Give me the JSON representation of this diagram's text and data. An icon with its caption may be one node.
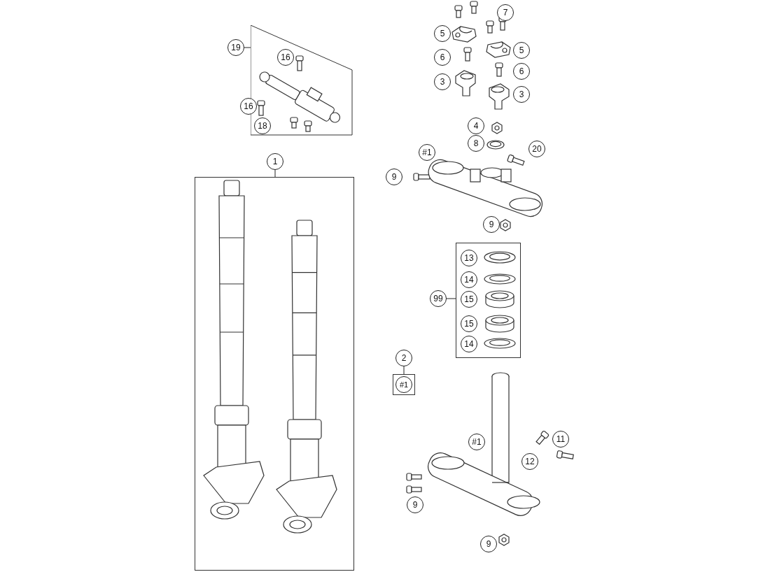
{
  "diagram": {
    "nodes": [
      {
        "text": [
          "1"
        ]
      },
      {
        "text": [],
        "shape": "box"
      },
      {
        "text": [
          "19"
        ]
      },
      {
        "text": [],
        "shape": "box"
      },
      {
        "text": [
          "99"
        ]
      },
      {
        "text": [],
        "shape": "box"
      },
      {
        "text": [
          "2"
        ]
      },
      {
        "text": [
          "#1"
        ]
      },
      {
        "text": [
          "7"
        ]
      },
      {
        "text": [
          "5"
        ]
      },
      {
        "text": [
          "5"
        ]
      },
      {
        "text": [
          "16"
        ],
        "in": 3
      },
      {
        "text": [
          "6"
        ]
      },
      {
        "text": [
          "6"
        ]
      },
      {
        "text": [
          "3"
        ]
      },
      {
        "text": [
          "3"
        ]
      },
      {
        "text": [
          "16"
        ]
      },
      {
        "text": [
          "18"
        ],
        "in": 3
      },
      {
        "text": [
          "4"
        ]
      },
      {
        "text": [
          "8"
        ]
      },
      {
        "text": [
          "#1"
        ]
      },
      {
        "text": [
          "20"
        ]
      },
      {
        "text": [
          "9"
        ]
      },
      {
        "text": [
          "9"
        ]
      },
      {
        "text": [
          "13"
        ],
        "in": 5
      },
      {
        "text": [
          "14"
        ],
        "in": 5
      },
      {
        "text": [
          "15"
        ],
        "in": 5
      },
      {
        "text": [
          "15"
        ],
        "in": 5
      },
      {
        "text": [
          "14"
        ],
        "in": 5
      },
      {
        "text": [
          "#1"
        ]
      },
      {
        "text": [
          "11"
        ]
      },
      {
        "text": [
          "12"
        ]
      },
      {
        "text": [
          "9"
        ]
      },
      {
        "text": [
          "9"
        ]
      }
    ],
    "edges": [
      {
        "from": 0,
        "to": 1,
        "arrow": "none"
      },
      {
        "from": 2,
        "to": 3,
        "arrow": "none"
      },
      {
        "from": 4,
        "to": 5,
        "arrow": "none"
      },
      {
        "from": 6,
        "to": 7,
        "arrow": "none"
      }
    ]
  }
}
